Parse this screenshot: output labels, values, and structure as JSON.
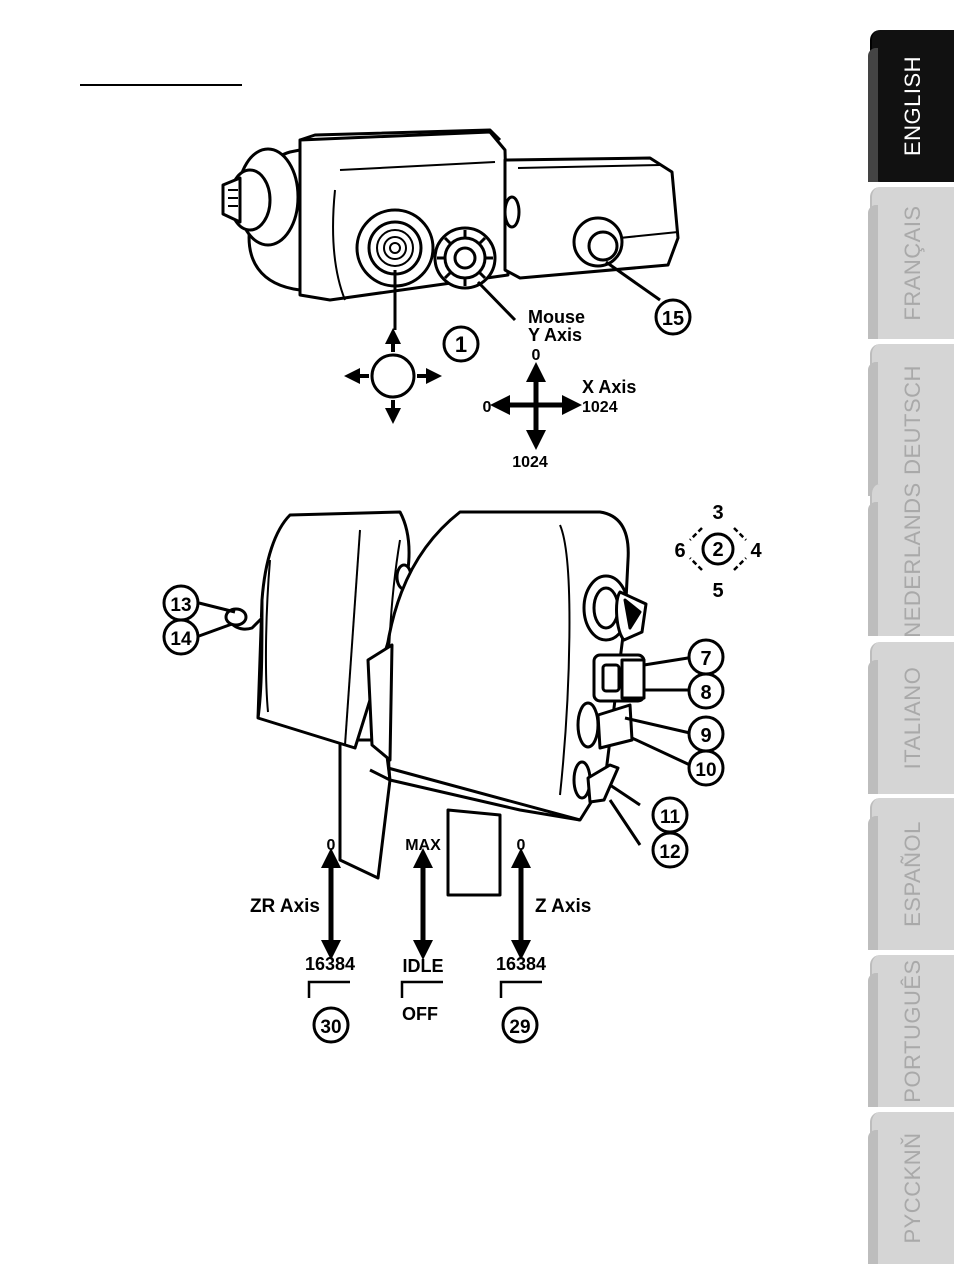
{
  "languages": [
    {
      "label": "ENGLISH",
      "active": true
    },
    {
      "label": "FRANÇAIS",
      "active": false
    },
    {
      "label": "DEUTSCH",
      "active": false
    },
    {
      "label": "NEDERLANDS",
      "active": false
    },
    {
      "label": "ITALIANO",
      "active": false
    },
    {
      "label": "ESPAÑOL",
      "active": false
    },
    {
      "label": "PORTUGUÊS",
      "active": false
    },
    {
      "label": "PYCCKNŇ",
      "active": false
    }
  ],
  "top_figure": {
    "mouse_label": "Mouse",
    "y_axis_label": "Y Axis",
    "x_axis_label": "X Axis",
    "y_min": "0",
    "y_max": "1024",
    "x_min": "0",
    "x_max": "1024",
    "callout_1": "1",
    "callout_15": "15"
  },
  "bottom_figure": {
    "hat_up": "3",
    "hat_center": "2",
    "hat_right": "4",
    "hat_left": "6",
    "hat_down": "5",
    "callout_13": "13",
    "callout_14": "14",
    "callout_7": "7",
    "callout_8": "8",
    "callout_9": "9",
    "callout_10": "10",
    "callout_11": "11",
    "callout_12": "12",
    "zr_axis_label": "ZR Axis",
    "zr_top": "0",
    "zr_bottom": "16384",
    "max_label": "MAX",
    "idle_label": "IDLE",
    "off_label": "OFF",
    "z_axis_label": "Z Axis",
    "z_top": "0",
    "z_bottom": "16384",
    "callout_30": "30",
    "callout_29": "29"
  }
}
